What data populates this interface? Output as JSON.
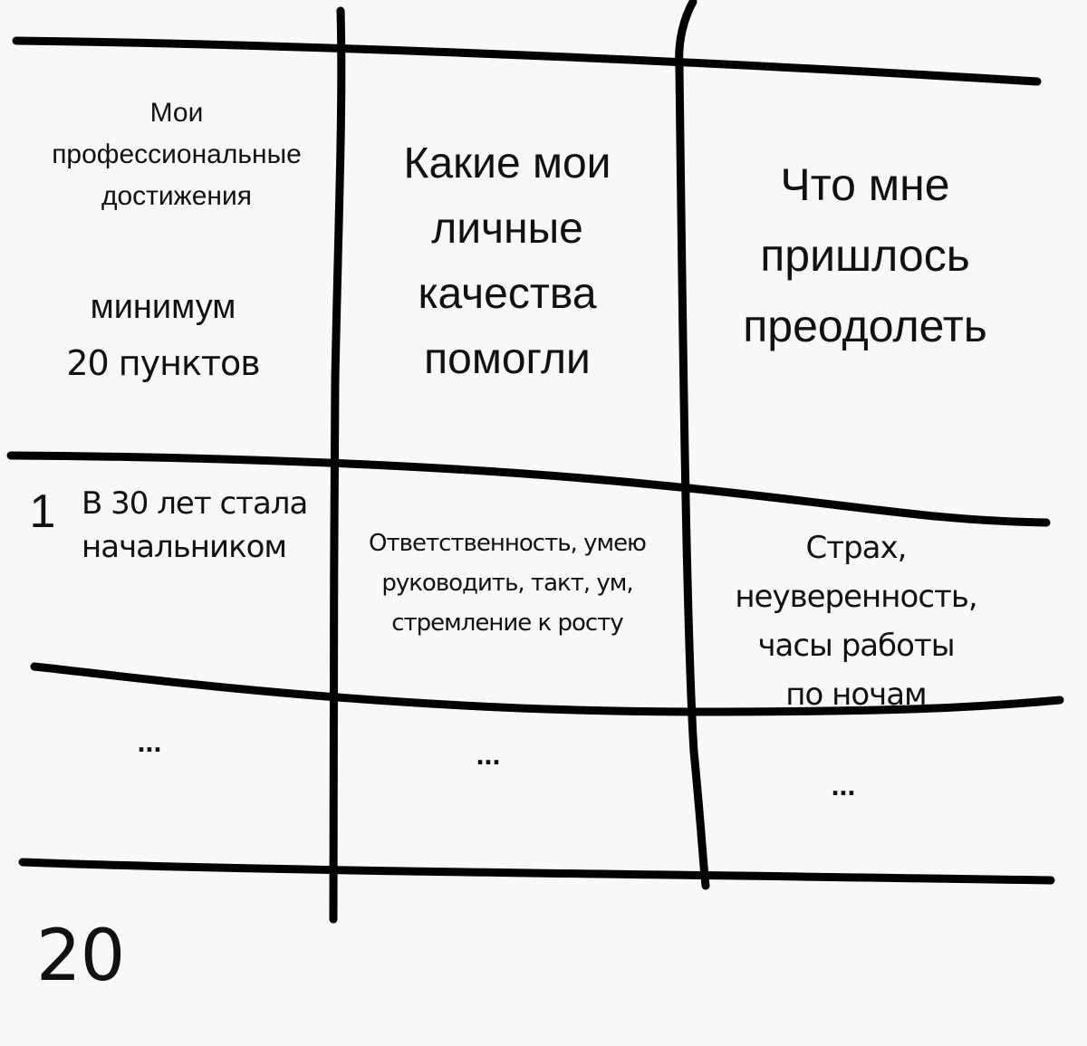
{
  "header": {
    "col1": {
      "title_lines": [
        "Мои",
        "профессиональные",
        "достижения"
      ],
      "note_lines": [
        "минимум",
        "20 пунктов"
      ]
    },
    "col2": {
      "title_lines": [
        "Какие мои",
        "личные",
        "качества",
        "помогли"
      ]
    },
    "col3": {
      "title_lines": [
        "Что мне",
        "пришлось",
        "преодолеть"
      ]
    }
  },
  "rows": [
    {
      "number": "1",
      "achievement_lines": [
        "В 30 лет стала",
        "начальником"
      ],
      "qualities_lines": [
        "Ответственность, умею",
        "руководить, такт, ум,",
        "стремление к росту"
      ],
      "overcome_lines": [
        "Страх,",
        "неуверенность,",
        "часы работы",
        "по ночам"
      ]
    },
    {
      "achievement": "...",
      "qualities": "...",
      "overcome": "..."
    }
  ],
  "last_number": "20"
}
